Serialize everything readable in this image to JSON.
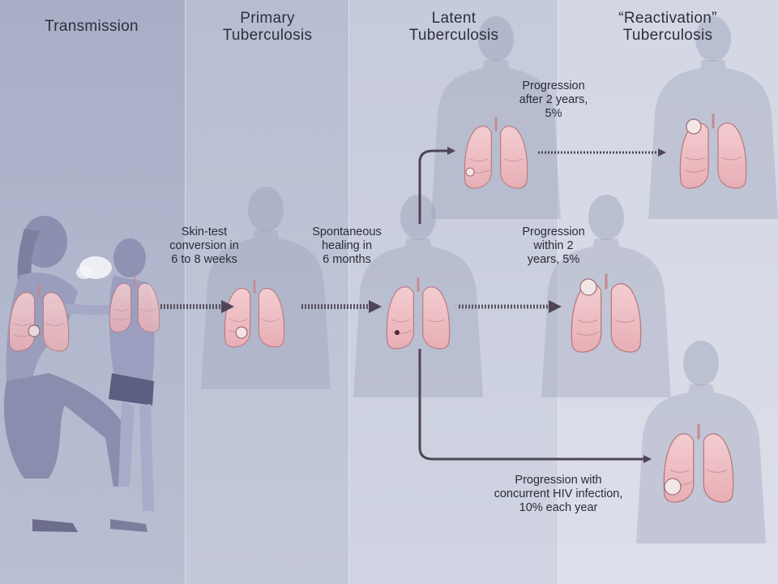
{
  "columns": {
    "transmission": "Transmission",
    "primary": [
      "Primary",
      "Tuberculosis"
    ],
    "latent": [
      "Latent",
      "Tuberculosis"
    ],
    "reactivation": [
      "“Reactivation”",
      "Tuberculosis"
    ]
  },
  "labels": {
    "skin_test": [
      "Skin-test",
      "conversion in",
      "6 to 8 weeks"
    ],
    "healing": [
      "Spontaneous",
      "healing in",
      "6 months"
    ],
    "prog_after": [
      "Progression",
      "after 2 years,",
      "5%"
    ],
    "prog_within": [
      "Progression",
      "within 2",
      "years, 5%"
    ],
    "prog_hiv": [
      "Progression with",
      "concurrent HIV infection,",
      "10% each year"
    ]
  }
}
